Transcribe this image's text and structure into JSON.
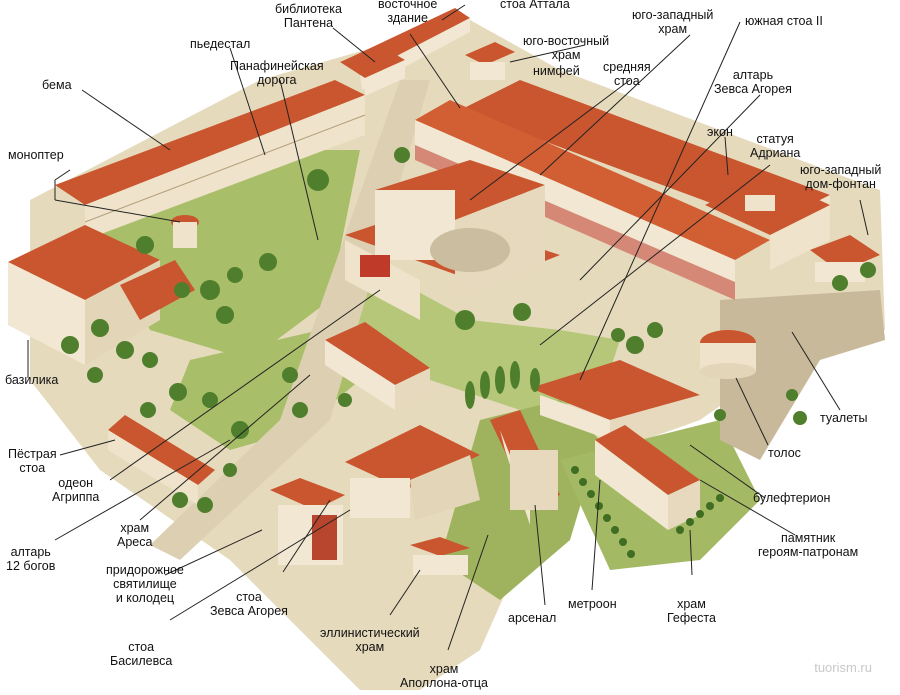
{
  "labels": {
    "stoa_attala": "стоа Аттала",
    "biblioteka": "библиотека\nПантена",
    "vostochnoe": "восточное\nздание",
    "yugozap_hram": "юго-западный\nхрам",
    "yuzhnaya_stoa": "южная стоа II",
    "yugovost_hram": "юго-восточный\nхрам",
    "nimfey": "нимфей",
    "pedestal": "пьедестал",
    "panaf_doroga": "Панафинейская\nдорога",
    "srednyaya_stoa": "средняя\nстоа",
    "altar_zevsa_agoreya": "алтарь\nЗевса Агорея",
    "bema": "бема",
    "ekon": "экон",
    "statuya": "статуя\nАдриана",
    "monopter": "монoптер",
    "yugozap_dom": "юго-западный\nдом-фонтан",
    "bazilika": "базилика",
    "tualety": "туалеты",
    "pestraya": "Пёстрая\nстоа",
    "odeon": "одеон\nАгриппа",
    "tolos": "толос",
    "hram_aresa": "храм\nАреса",
    "buleft": "булефтерион",
    "altar12": "алтарь\n12 богов",
    "pamyatnik": "памятник\nгероям-патронам",
    "pridorozh": "придорожное\nсвятилище\nи колодец",
    "stoa_zevsa": "стоа\nЗевса Агорея",
    "metroon": "метроон",
    "hram_gefesta": "храм\nГефеста",
    "stoa_basil": "стоа\nБасилевса",
    "arsenal": "арсенал",
    "ellinist": "эллинистический\nхрам",
    "hram_apollona": "храм\nАполлона-отца"
  },
  "watermark": "tuorism.ru",
  "colors": {
    "roof": "#c9562f",
    "roof_dark": "#a8432a",
    "wall": "#f1e7d2",
    "ground": "#e8dcc0",
    "grass": "#a7bd64",
    "tree": "#4f7f2d",
    "line": "#222222"
  }
}
